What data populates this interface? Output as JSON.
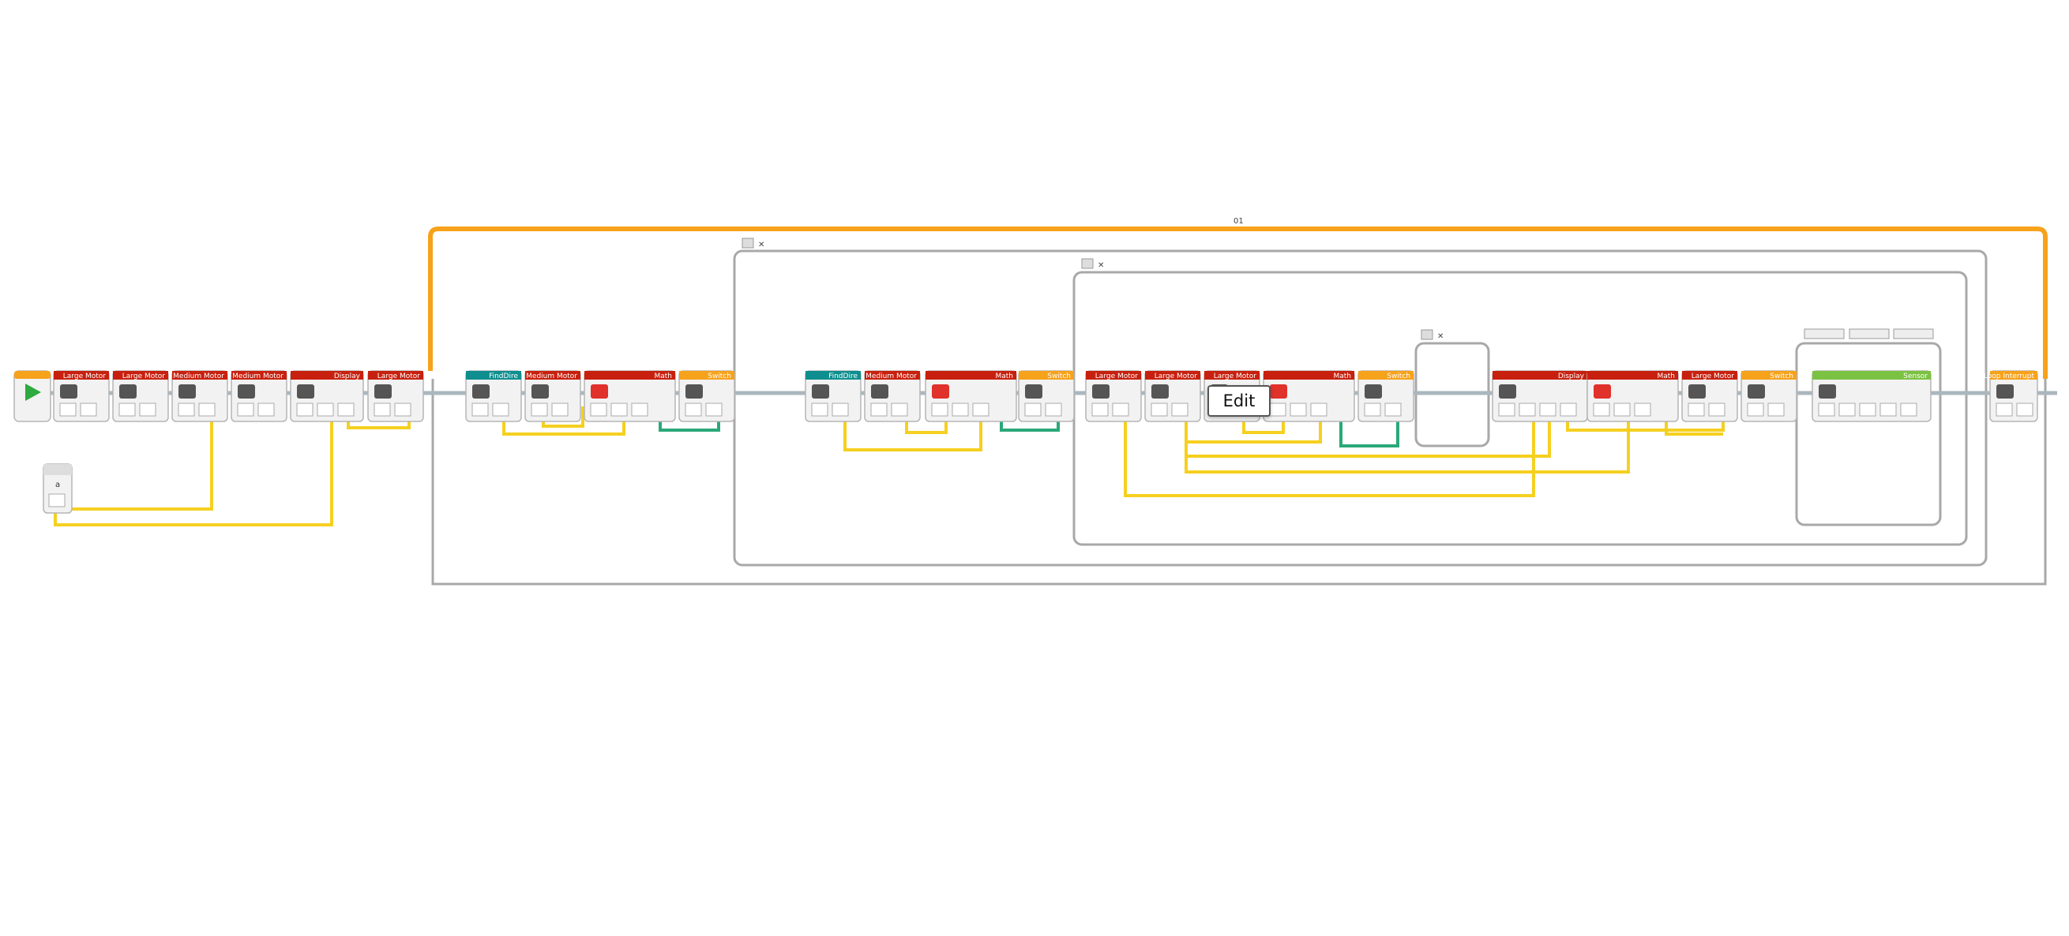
{
  "program": {
    "start_block": "Start",
    "variable_block": {
      "label": "a"
    },
    "loop": {
      "label": "01"
    },
    "tooltip": {
      "label": "Edit"
    },
    "blocks": [
      {
        "label": "Large Motor",
        "type": "action"
      },
      {
        "label": "Large Motor",
        "type": "action"
      },
      {
        "label": "Medium Motor",
        "type": "action"
      },
      {
        "label": "Medium Motor",
        "type": "action"
      },
      {
        "label": "Display",
        "type": "action"
      },
      {
        "label": "Large Motor",
        "type": "action"
      },
      {
        "label": "FindDire",
        "type": "myblock"
      },
      {
        "label": "Medium Motor",
        "type": "action"
      },
      {
        "label": "Math",
        "type": "data"
      },
      {
        "label": "Switch",
        "type": "flow"
      },
      {
        "label": "FindDire",
        "type": "myblock"
      },
      {
        "label": "Medium Motor",
        "type": "action"
      },
      {
        "label": "Math",
        "type": "data"
      },
      {
        "label": "Switch",
        "type": "flow"
      },
      {
        "label": "Large Motor",
        "type": "action"
      },
      {
        "label": "Large Motor",
        "type": "action"
      },
      {
        "label": "Large Motor",
        "type": "action"
      },
      {
        "label": "Math",
        "type": "data"
      },
      {
        "label": "Switch",
        "type": "flow"
      },
      {
        "label": "Display",
        "type": "action"
      },
      {
        "label": "Math",
        "type": "data"
      },
      {
        "label": "Large Motor",
        "type": "action"
      },
      {
        "label": "Switch",
        "type": "flow"
      },
      {
        "label": "Sensor",
        "type": "sensor"
      },
      {
        "label": "Loop Interrupt",
        "type": "flow"
      }
    ]
  },
  "colors": {
    "action": "#c8200e",
    "flow": "#f7a21b",
    "sensor": "#7cc242",
    "myblock": "#0e8e8e",
    "wire": "#f5d020"
  }
}
